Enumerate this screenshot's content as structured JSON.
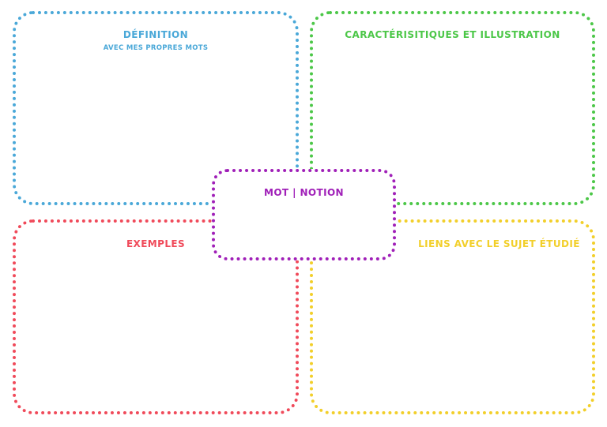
{
  "colors": {
    "definition": "#4aa8d8",
    "caracteristiques": "#4cc748",
    "exemples": "#f04a5a",
    "liens": "#f2cf2a",
    "mot": "#a020b8"
  },
  "definition": {
    "title": "DÉFINITION",
    "subtitle": "AVEC MES PROPRES MOTS"
  },
  "caracteristiques": {
    "title": "CARACTÉRISITIQUES ET ILLUSTRATION"
  },
  "exemples": {
    "title": "EXEMPLES"
  },
  "liens": {
    "title": "LIENS AVEC LE SUJET ÉTUDIÉ"
  },
  "mot": {
    "title": "MOT | NOTION"
  }
}
